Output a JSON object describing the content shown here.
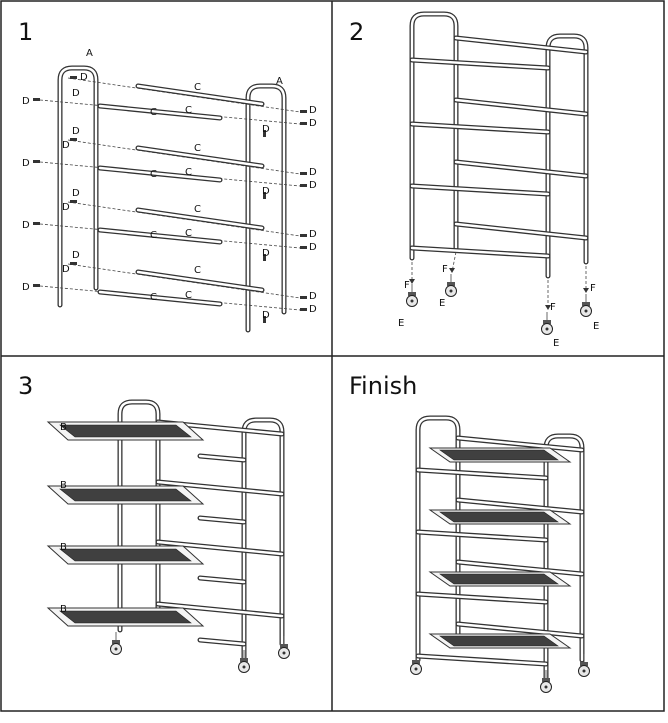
{
  "steps": {
    "s1": "1",
    "s2": "2",
    "s3": "3",
    "s4": "Finish"
  },
  "labels": {
    "frame": "A",
    "shelf": "B",
    "rod": "C",
    "screw": "D",
    "caster": "E",
    "bolt": "F"
  },
  "colors": {
    "line": "#333333",
    "mat": "#404040",
    "border": "#222222"
  }
}
